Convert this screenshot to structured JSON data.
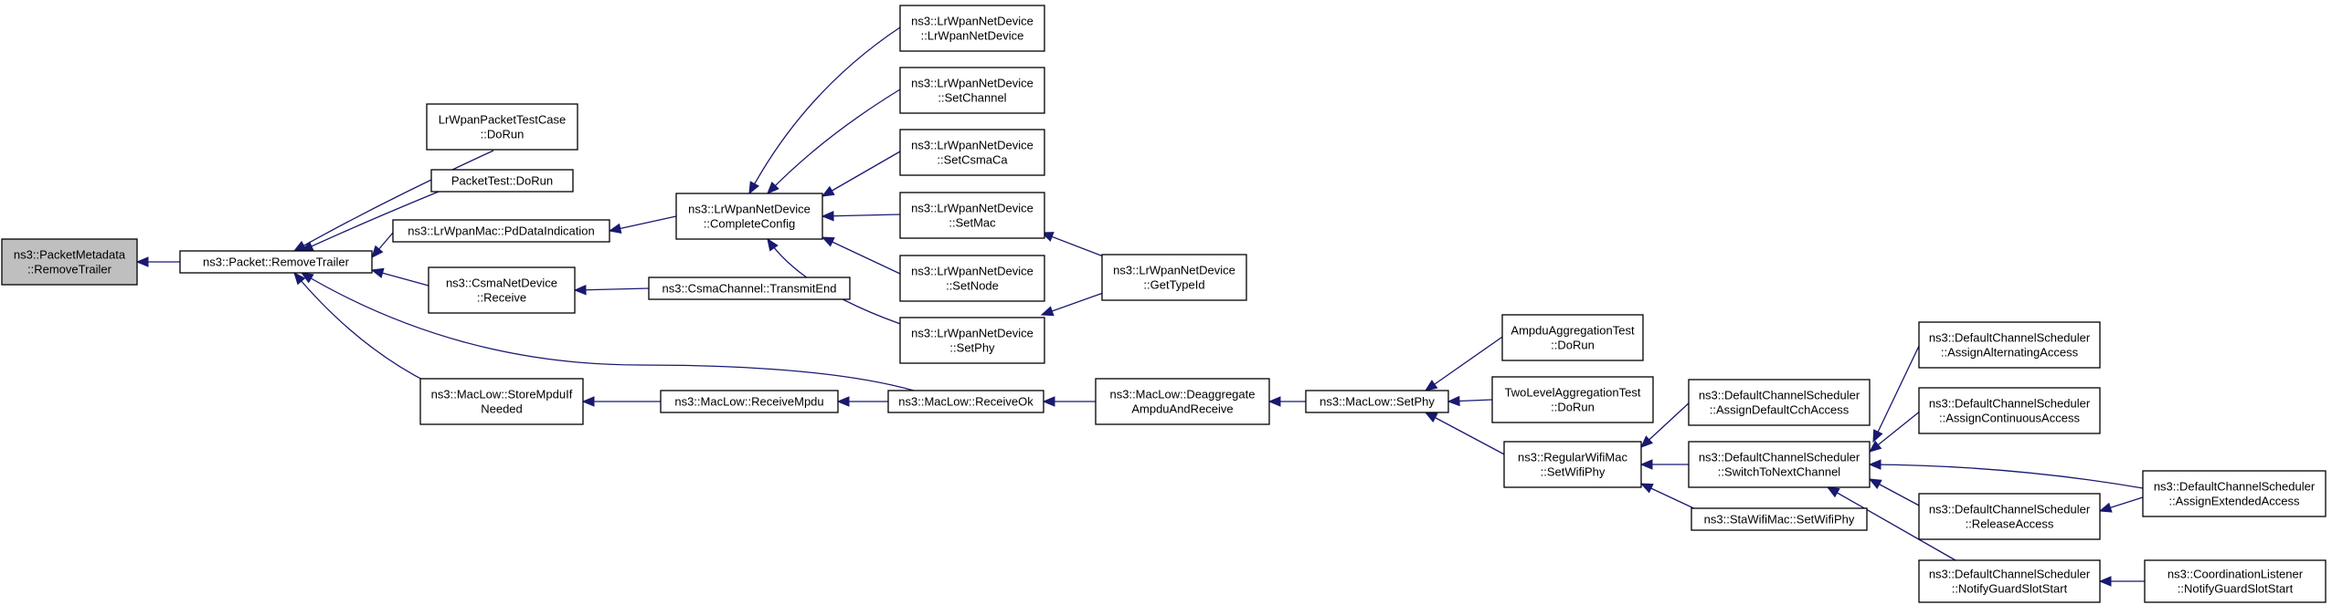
{
  "nodes": [
    {
      "id": "n0",
      "lines": [
        "ns3::PacketMetadata",
        "::RemoveTrailer"
      ],
      "root": true
    },
    {
      "id": "n1",
      "lines": [
        "ns3::Packet::RemoveTrailer"
      ]
    },
    {
      "id": "n2",
      "lines": [
        "LrWpanPacketTestCase",
        "::DoRun"
      ]
    },
    {
      "id": "n3",
      "lines": [
        "PacketTest::DoRun"
      ]
    },
    {
      "id": "n4",
      "lines": [
        "ns3::LrWpanMac::PdDataIndication"
      ]
    },
    {
      "id": "n5",
      "lines": [
        "ns3::CsmaNetDevice",
        "::Receive"
      ]
    },
    {
      "id": "n6",
      "lines": [
        "ns3::MacLow::StoreMpduIf",
        "Needed"
      ]
    },
    {
      "id": "n7",
      "lines": [
        "ns3::LrWpanNetDevice",
        "::CompleteConfig"
      ]
    },
    {
      "id": "n8",
      "lines": [
        "ns3::CsmaChannel::TransmitEnd"
      ]
    },
    {
      "id": "n9",
      "lines": [
        "ns3::MacLow::ReceiveMpdu"
      ]
    },
    {
      "id": "n10",
      "lines": [
        "ns3::MacLow::ReceiveOk"
      ]
    },
    {
      "id": "n11",
      "lines": [
        "ns3::LrWpanNetDevice",
        "::LrWpanNetDevice"
      ]
    },
    {
      "id": "n12",
      "lines": [
        "ns3::LrWpanNetDevice",
        "::SetChannel"
      ]
    },
    {
      "id": "n13",
      "lines": [
        "ns3::LrWpanNetDevice",
        "::SetCsmaCa"
      ]
    },
    {
      "id": "n14",
      "lines": [
        "ns3::LrWpanNetDevice",
        "::SetMac"
      ]
    },
    {
      "id": "n15",
      "lines": [
        "ns3::LrWpanNetDevice",
        "::SetNode"
      ]
    },
    {
      "id": "n16",
      "lines": [
        "ns3::LrWpanNetDevice",
        "::SetPhy"
      ]
    },
    {
      "id": "n17",
      "lines": [
        "ns3::LrWpanNetDevice",
        "::GetTypeId"
      ]
    },
    {
      "id": "n18",
      "lines": [
        "ns3::MacLow::Deaggregate",
        "AmpduAndReceive"
      ]
    },
    {
      "id": "n19",
      "lines": [
        "ns3::MacLow::SetPhy"
      ]
    },
    {
      "id": "n20",
      "lines": [
        "AmpduAggregationTest",
        "::DoRun"
      ]
    },
    {
      "id": "n21",
      "lines": [
        "TwoLevelAggregationTest",
        "::DoRun"
      ]
    },
    {
      "id": "n22",
      "lines": [
        "ns3::RegularWifiMac",
        "::SetWifiPhy"
      ]
    },
    {
      "id": "n23",
      "lines": [
        "ns3::DefaultChannelScheduler",
        "::AssignDefaultCchAccess"
      ]
    },
    {
      "id": "n24",
      "lines": [
        "ns3::DefaultChannelScheduler",
        "::SwitchToNextChannel"
      ]
    },
    {
      "id": "n25",
      "lines": [
        "ns3::StaWifiMac::SetWifiPhy"
      ]
    },
    {
      "id": "n26",
      "lines": [
        "ns3::DefaultChannelScheduler",
        "::AssignAlternatingAccess"
      ]
    },
    {
      "id": "n27",
      "lines": [
        "ns3::DefaultChannelScheduler",
        "::AssignContinuousAccess"
      ]
    },
    {
      "id": "n28",
      "lines": [
        "ns3::DefaultChannelScheduler",
        "::ReleaseAccess"
      ]
    },
    {
      "id": "n29",
      "lines": [
        "ns3::DefaultChannelScheduler",
        "::NotifyGuardSlotStart"
      ]
    },
    {
      "id": "n30",
      "lines": [
        "ns3::DefaultChannelScheduler",
        "::AssignExtendedAccess"
      ]
    },
    {
      "id": "n31",
      "lines": [
        "ns3::CoordinationListener",
        "::NotifyGuardSlotStart"
      ]
    }
  ],
  "edges": [
    {
      "from": "n1",
      "to": "n0"
    },
    {
      "from": "n2",
      "to": "n1"
    },
    {
      "from": "n3",
      "to": "n1"
    },
    {
      "from": "n4",
      "to": "n1"
    },
    {
      "from": "n5",
      "to": "n1"
    },
    {
      "from": "n6",
      "to": "n1"
    },
    {
      "from": "n10",
      "to": "n1"
    },
    {
      "from": "n7",
      "to": "n4"
    },
    {
      "from": "n8",
      "to": "n5"
    },
    {
      "from": "n9",
      "to": "n6"
    },
    {
      "from": "n10",
      "to": "n9"
    },
    {
      "from": "n11",
      "to": "n7"
    },
    {
      "from": "n12",
      "to": "n7"
    },
    {
      "from": "n13",
      "to": "n7"
    },
    {
      "from": "n14",
      "to": "n7"
    },
    {
      "from": "n15",
      "to": "n7"
    },
    {
      "from": "n16",
      "to": "n7"
    },
    {
      "from": "n17",
      "to": "n14"
    },
    {
      "from": "n17",
      "to": "n16"
    },
    {
      "from": "n18",
      "to": "n10"
    },
    {
      "from": "n19",
      "to": "n18"
    },
    {
      "from": "n20",
      "to": "n19"
    },
    {
      "from": "n21",
      "to": "n19"
    },
    {
      "from": "n22",
      "to": "n19"
    },
    {
      "from": "n23",
      "to": "n22"
    },
    {
      "from": "n24",
      "to": "n22"
    },
    {
      "from": "n25",
      "to": "n22"
    },
    {
      "from": "n26",
      "to": "n24"
    },
    {
      "from": "n27",
      "to": "n24"
    },
    {
      "from": "n28",
      "to": "n24"
    },
    {
      "from": "n29",
      "to": "n24"
    },
    {
      "from": "n30",
      "to": "n24"
    },
    {
      "from": "n30",
      "to": "n28"
    },
    {
      "from": "n31",
      "to": "n29"
    }
  ]
}
